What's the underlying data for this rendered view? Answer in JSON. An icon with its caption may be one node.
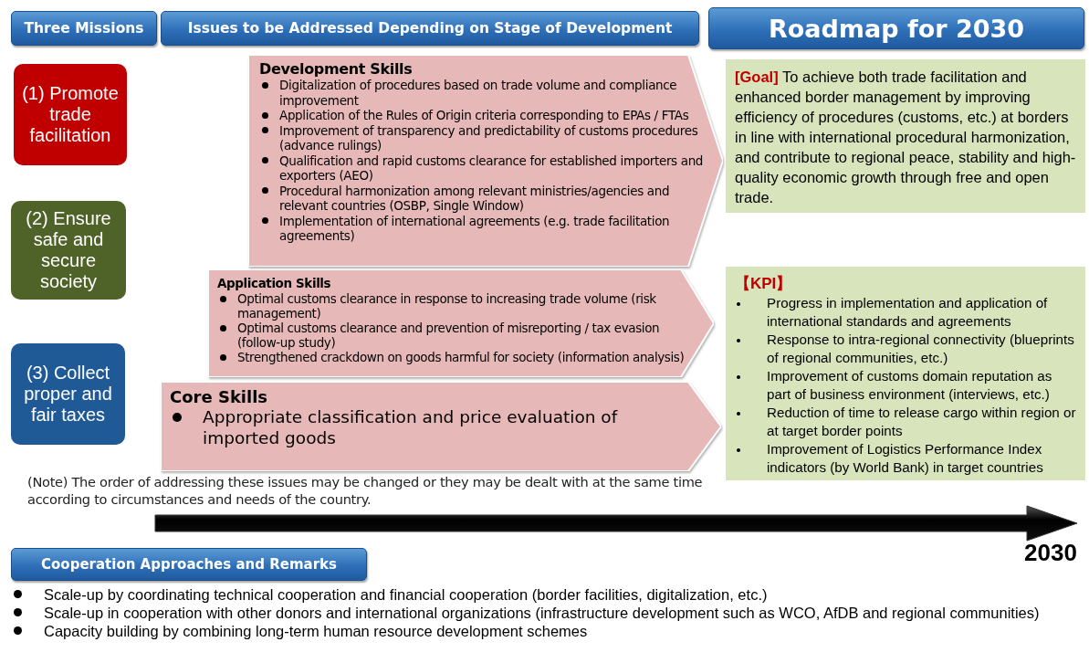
{
  "diagram": {
    "nodes": [
      {
        "text": [
          "Three Missions"
        ]
      },
      {
        "text": [
          "Issues to be Addressed Depending on Stage of Development"
        ]
      },
      {
        "text": [
          "Roadmap for 2030"
        ]
      },
      {
        "text": [
          "(1) Promote trade facilitation"
        ]
      },
      {
        "text": [
          "(2) Ensure safe and secure society"
        ]
      },
      {
        "text": [
          "(3) Collect proper and fair taxes"
        ]
      },
      {
        "text": [
          "Development Skills",
          "Digitalization of procedures based on trade volume and compliance improvement",
          "Application of the Rules of Origin criteria corresponding to EPAs / FTAs",
          "Improvement of transparency and predictability of customs procedures (advance rulings)",
          "Qualification and rapid customs clearance for established importers and exporters (AEO)",
          "Procedural harmonization among relevant ministries/agencies and relevant countries (OSBP, Single Window)",
          "Implementation of international agreements (e.g. trade facilitation agreements)"
        ]
      },
      {
        "text": [
          "Application Skills",
          "Optimal customs clearance in response to increasing trade volume (risk management)",
          "Optimal customs clearance and prevention of misreporting / tax evasion (follow-up study)",
          "Strengthened crackdown on goods harmful for society (information analysis)"
        ]
      },
      {
        "text": [
          "Core Skills",
          "Appropriate classification and price evaluation of imported goods"
        ]
      },
      {
        "text": [
          "**[Goal]** To achieve both trade facilitation and enhanced border management by improving efficiency of procedures (customs, etc.) at borders in line with international procedural harmonization, and contribute to regional peace, stability and high-quality economic growth through free and open trade."
        ]
      },
      {
        "text": [
          "【KPI】",
          "Progress in implementation and application of international standards and agreements",
          "Response to intra-regional connectivity (blueprints of regional communities, etc.)",
          "Improvement of customs domain reputation as part of business environment (interviews, etc.)",
          "Reduction of time to release cargo within region or at target border points",
          "Improvement of Logistics Performance Index indicators (by World Bank) in target countries"
        ]
      },
      {
        "text": [
          "Cooperation Approaches and Remarks"
        ]
      }
    ],
    "labels": [
      "(Note) The order of addressing these issues may be changed or they may be dealt with at the same time according to circumstances and needs of the country.",
      "2030",
      "Scale-up by coordinating technical cooperation and financial cooperation (border facilities, digitalization, etc.)",
      "Scale-up in cooperation with other donors and international organizations (infrastructure development such as WCO, AfDB and regional communities)",
      "Capacity building by combining long-term human resource development schemes"
    ]
  }
}
